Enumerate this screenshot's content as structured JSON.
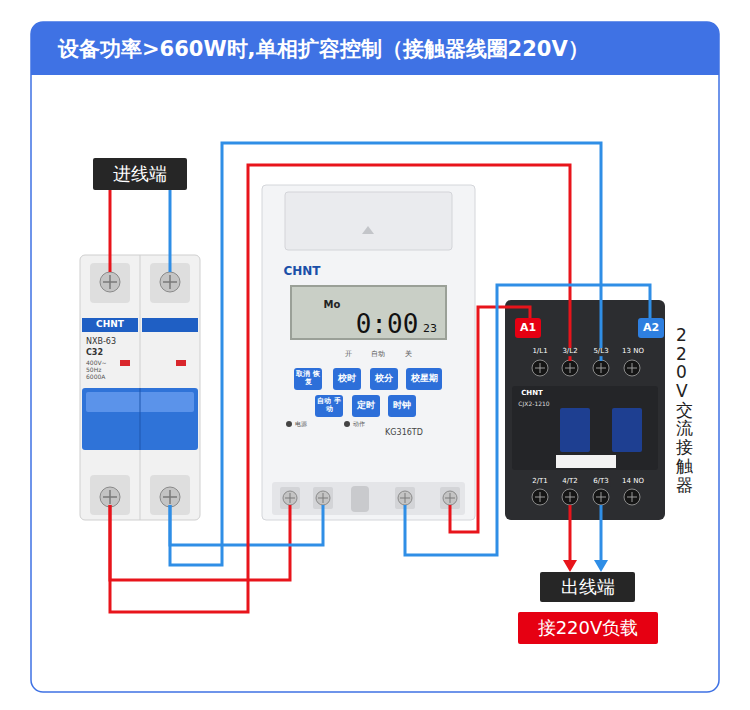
{
  "diagram": {
    "title": "设备功率>660W时,单相扩容控制（接触器线圈220V）",
    "nodes": [
      {
        "text": [
          "进线端"
        ]
      },
      {
        "text": [
          "CHNT",
          "NXB-63",
          "C32",
          "400V~",
          "50Hz",
          "6000A"
        ]
      },
      {
        "text": [
          "CHNT",
          "开",
          "自动",
          "关",
          "电源",
          "动作",
          "KG316TD"
        ]
      },
      {
        "text": [
          "Mo",
          "0:00",
          "23"
        ],
        "in": 2
      },
      {
        "text": [
          "取消 恢复"
        ],
        "in": 2
      },
      {
        "text": [
          "校时"
        ],
        "in": 2
      },
      {
        "text": [
          "校分"
        ],
        "in": 2
      },
      {
        "text": [
          "校星期"
        ],
        "in": 2
      },
      {
        "text": [
          "自动 手动"
        ],
        "in": 2
      },
      {
        "text": [
          "定时"
        ],
        "in": 2
      },
      {
        "text": [
          "时钟"
        ],
        "in": 2
      },
      {
        "text": [
          "1/L1",
          "3/L2",
          "5/L3",
          "13 NO",
          "CHNT",
          "CJX2-1210",
          "2/T1",
          "4/T2",
          "6/T3",
          "14 NO"
        ]
      },
      {
        "text": [
          "A1"
        ],
        "in": 11
      },
      {
        "text": [
          "A2"
        ],
        "in": 11
      },
      {
        "text": [
          "出线端"
        ]
      },
      {
        "text": [
          "接220V负载"
        ]
      }
    ],
    "edges": [
      {
        "from": 0,
        "to": 1,
        "arrow": "none"
      },
      {
        "from": 0,
        "to": 1,
        "arrow": "none"
      },
      {
        "from": 1,
        "to": 2,
        "arrow": "none"
      },
      {
        "from": 1,
        "to": 2,
        "arrow": "none"
      },
      {
        "from": 1,
        "to": 11,
        "arrow": "none"
      },
      {
        "from": 1,
        "to": 11,
        "arrow": "none"
      },
      {
        "from": 2,
        "to": 12,
        "arrow": "none"
      },
      {
        "from": 2,
        "to": 13,
        "arrow": "none"
      },
      {
        "from": 11,
        "to": 14,
        "arrow": "to"
      },
      {
        "from": 11,
        "to": 14,
        "arrow": "to"
      }
    ],
    "labels": [
      "220V交流接触器"
    ]
  }
}
